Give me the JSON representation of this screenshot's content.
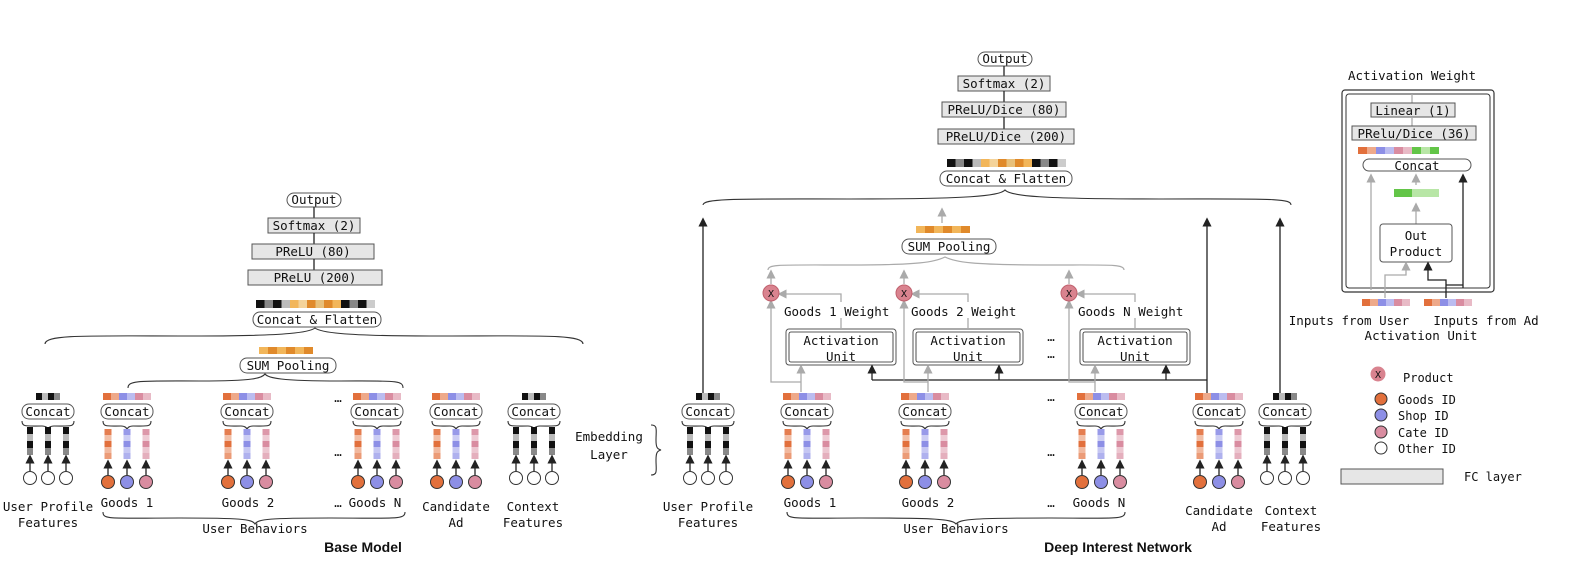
{
  "colors": {
    "goods": "#e2703c",
    "shop": "#8d8fe6",
    "cate": "#d98ca0",
    "other": "#ffffff",
    "product": "#d9838f",
    "fc": "#e6e6e6",
    "orange_light": "#f2b65a",
    "orange_dark": "#e08a2b",
    "green": "#63c548",
    "green_light": "#b8e6a6"
  },
  "base": {
    "title": "Base Model",
    "output": "Output",
    "softmax": "Softmax (2)",
    "fc1": "PReLU (80)",
    "fc2": "PReLU (200)",
    "concat_flatten": "Concat & Flatten",
    "sum_pooling": "SUM Pooling",
    "concat": "Concat",
    "ellipsis": "…",
    "user_profile": [
      "User Profile",
      "Features"
    ],
    "goods1": "Goods 1",
    "goods2": "Goods 2",
    "goodsN": "Goods N",
    "user_behaviors": "User Behaviors",
    "candidate": [
      "Candidate",
      "Ad"
    ],
    "context": [
      "Context",
      "Features"
    ]
  },
  "din": {
    "title": "Deep Interest Network",
    "output": "Output",
    "softmax": "Softmax (2)",
    "fc1": "PReLU/Dice (80)",
    "fc2": "PReLU/Dice (200)",
    "concat_flatten": "Concat & Flatten",
    "sum_pooling": "SUM Pooling",
    "concat": "Concat",
    "ellipsis": "…",
    "activation_unit": [
      "Activation",
      "Unit"
    ],
    "weight1": "Goods 1 Weight",
    "weight2": "Goods 2 Weight",
    "weightN": "Goods N Weight",
    "product_mark": "X",
    "embedding_layer": [
      "Embedding",
      "Layer"
    ],
    "user_profile": [
      "User Profile",
      "Features"
    ],
    "goods1": "Goods 1",
    "goods2": "Goods 2",
    "goodsN": "Goods N",
    "user_behaviors": "User Behaviors",
    "candidate": [
      "Candidate",
      "Ad"
    ],
    "context": [
      "Context",
      "Features"
    ]
  },
  "au": {
    "activation_weight": "Activation Weight",
    "linear": "Linear (1)",
    "prelu": "PRelu/Dice (36)",
    "concat": "Concat",
    "out_product": [
      "Out",
      "Product"
    ],
    "inputs_user": "Inputs from User",
    "inputs_ad": "Inputs from Ad",
    "caption": "Activation Unit"
  },
  "legend": {
    "product": "Product",
    "product_mark": "X",
    "goods_id": "Goods ID",
    "shop_id": "Shop ID",
    "cate_id": "Cate ID",
    "other_id": "Other ID",
    "fc_layer": "FC layer"
  }
}
